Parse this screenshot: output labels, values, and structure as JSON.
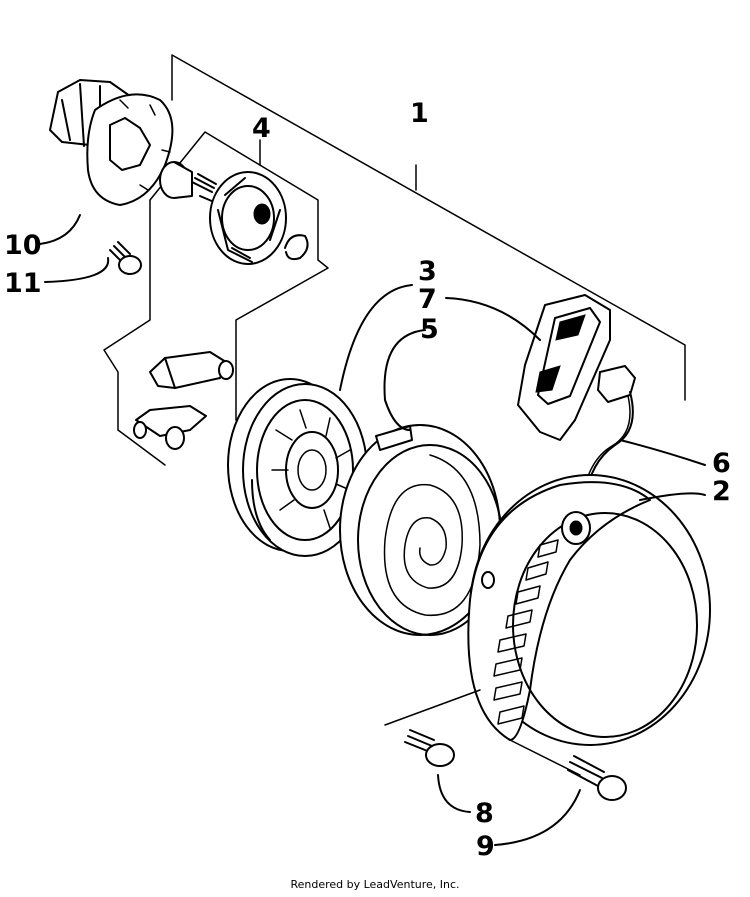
{
  "callouts": {
    "c1": "1",
    "c2": "2",
    "c3": "3",
    "c4": "4",
    "c5": "5",
    "c6": "6",
    "c7": "7",
    "c8": "8",
    "c9": "9",
    "c10": "10",
    "c11": "11"
  },
  "footer": "Rendered by LeadVenture, Inc."
}
